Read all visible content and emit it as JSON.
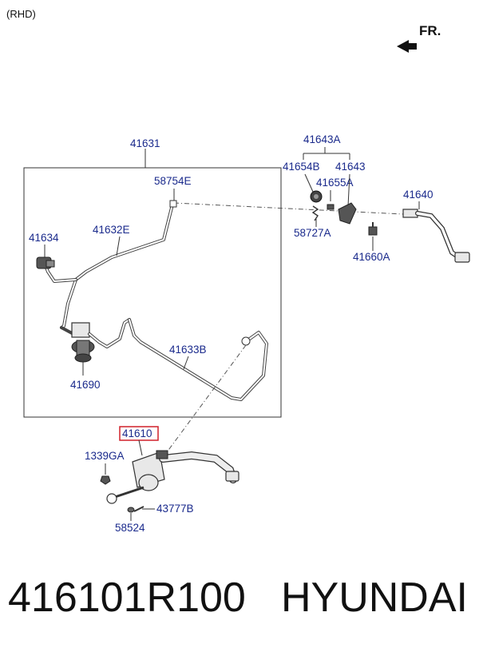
{
  "variant_note": "(RHD)",
  "direction": {
    "label": "FR.",
    "icon": "front-direction-arrow-icon"
  },
  "callouts": {
    "c41631": "41631",
    "c41643A": "41643A",
    "c41654B": "41654B",
    "c41643": "41643",
    "c41655A": "41655A",
    "c41640": "41640",
    "c58754E": "58754E",
    "c58727A": "58727A",
    "c41660A": "41660A",
    "c41634": "41634",
    "c41632E": "41632E",
    "c41633B": "41633B",
    "c41690": "41690",
    "c41610": "41610",
    "c1339GA": "1339GA",
    "c43777B": "43777B",
    "c58524": "58524"
  },
  "highlight": {
    "callout": "41610",
    "color": "#d0202a"
  },
  "colors": {
    "callout_text": "#1a2a8c",
    "line": "#333333"
  },
  "footer": {
    "part_number": "416101R100",
    "brand": "HYUNDAI"
  }
}
